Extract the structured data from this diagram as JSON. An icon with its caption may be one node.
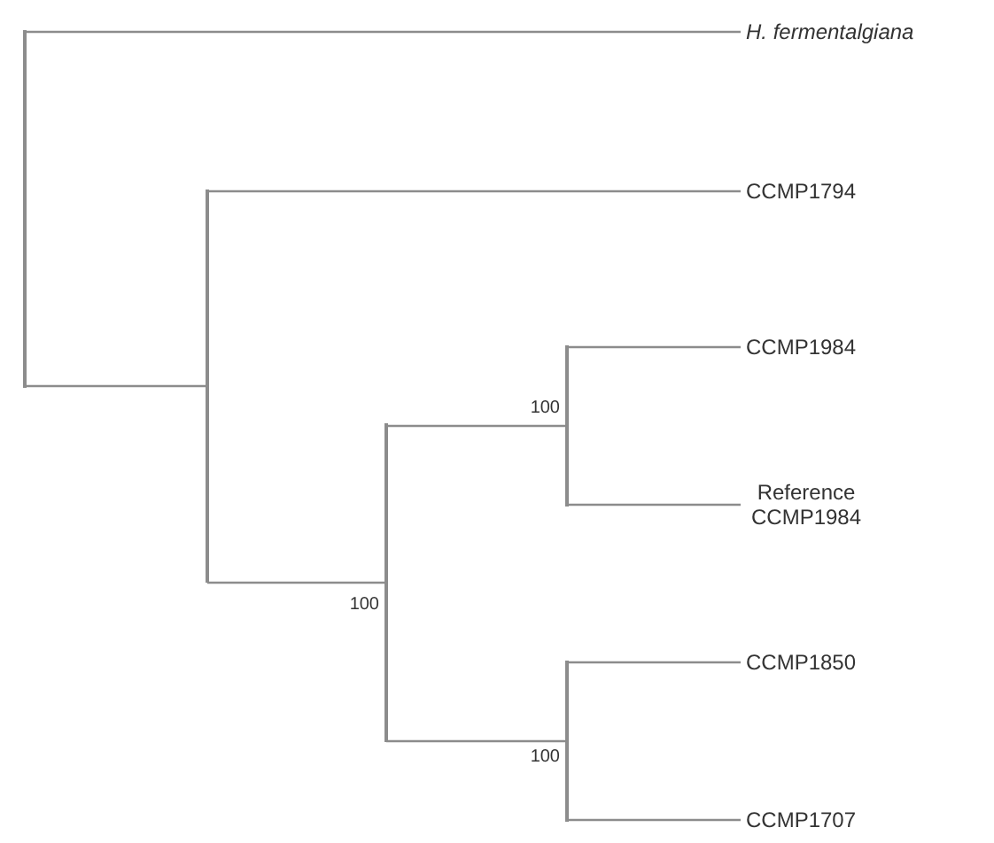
{
  "diagram": {
    "nodes": [
      {
        "text": [],
        "shape": "bar"
      },
      {
        "text": [
          "H. fermentalgiana"
        ]
      },
      {
        "text": [],
        "shape": "bar"
      },
      {
        "text": [
          "CCMP1794"
        ]
      },
      {
        "text": [],
        "shape": "bar"
      },
      {
        "text": [],
        "shape": "bar"
      },
      {
        "text": [
          "CCMP1984"
        ]
      },
      {
        "text": [
          "Reference CCMP1984"
        ]
      },
      {
        "text": [],
        "shape": "bar"
      },
      {
        "text": [
          "CCMP1850"
        ]
      },
      {
        "text": [
          "CCMP1707"
        ]
      }
    ],
    "edges": [
      {
        "from": 0,
        "to": 1,
        "arrow": "none"
      },
      {
        "from": 0,
        "to": 2,
        "arrow": "none"
      },
      {
        "from": 2,
        "to": 3,
        "arrow": "none"
      },
      {
        "from": 2,
        "to": 4,
        "arrow": "none"
      },
      {
        "from": 4,
        "to": 5,
        "arrow": "none"
      },
      {
        "from": 5,
        "to": 6,
        "arrow": "none"
      },
      {
        "from": 5,
        "to": 7,
        "arrow": "none"
      },
      {
        "from": 4,
        "to": 8,
        "arrow": "none"
      },
      {
        "from": 8,
        "to": 9,
        "arrow": "none"
      },
      {
        "from": 8,
        "to": 10,
        "arrow": "none"
      }
    ],
    "labels": [
      "100",
      "100",
      "100"
    ]
  }
}
